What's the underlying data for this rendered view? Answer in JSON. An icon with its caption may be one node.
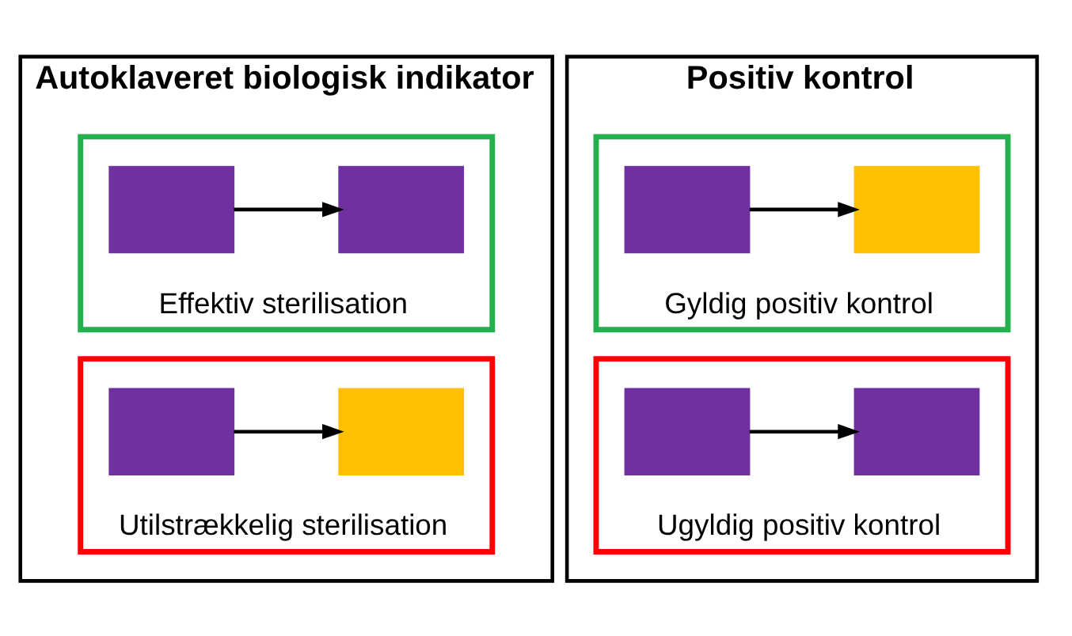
{
  "diagram": {
    "nodes": [
      {
        "text": [
          "Autoklaveret biologisk indikator"
        ]
      },
      {
        "text": [
          "Effektiv sterilisation"
        ],
        "in": 0
      },
      {
        "text": [],
        "shape": "box",
        "in": 1
      },
      {
        "text": [],
        "shape": "box",
        "in": 1
      },
      {
        "text": [
          "Utilstrækkelig sterilisation"
        ],
        "in": 0
      },
      {
        "text": [],
        "shape": "box",
        "in": 4
      },
      {
        "text": [],
        "shape": "box",
        "in": 4
      },
      {
        "text": [
          "Positiv kontrol"
        ]
      },
      {
        "text": [
          "Gyldig positiv kontrol"
        ],
        "in": 7
      },
      {
        "text": [],
        "shape": "box",
        "in": 8
      },
      {
        "text": [],
        "shape": "box",
        "in": 8
      },
      {
        "text": [
          "Ugyldig positiv kontrol"
        ],
        "in": 7
      },
      {
        "text": [],
        "shape": "box",
        "in": 11
      },
      {
        "text": [],
        "shape": "box",
        "in": 11
      }
    ],
    "edges": [
      {
        "from": 2,
        "to": 3,
        "arrow": "to"
      },
      {
        "from": 5,
        "to": 6,
        "arrow": "to"
      },
      {
        "from": 9,
        "to": 10,
        "arrow": "to"
      },
      {
        "from": 12,
        "to": 13,
        "arrow": "to"
      }
    ]
  }
}
